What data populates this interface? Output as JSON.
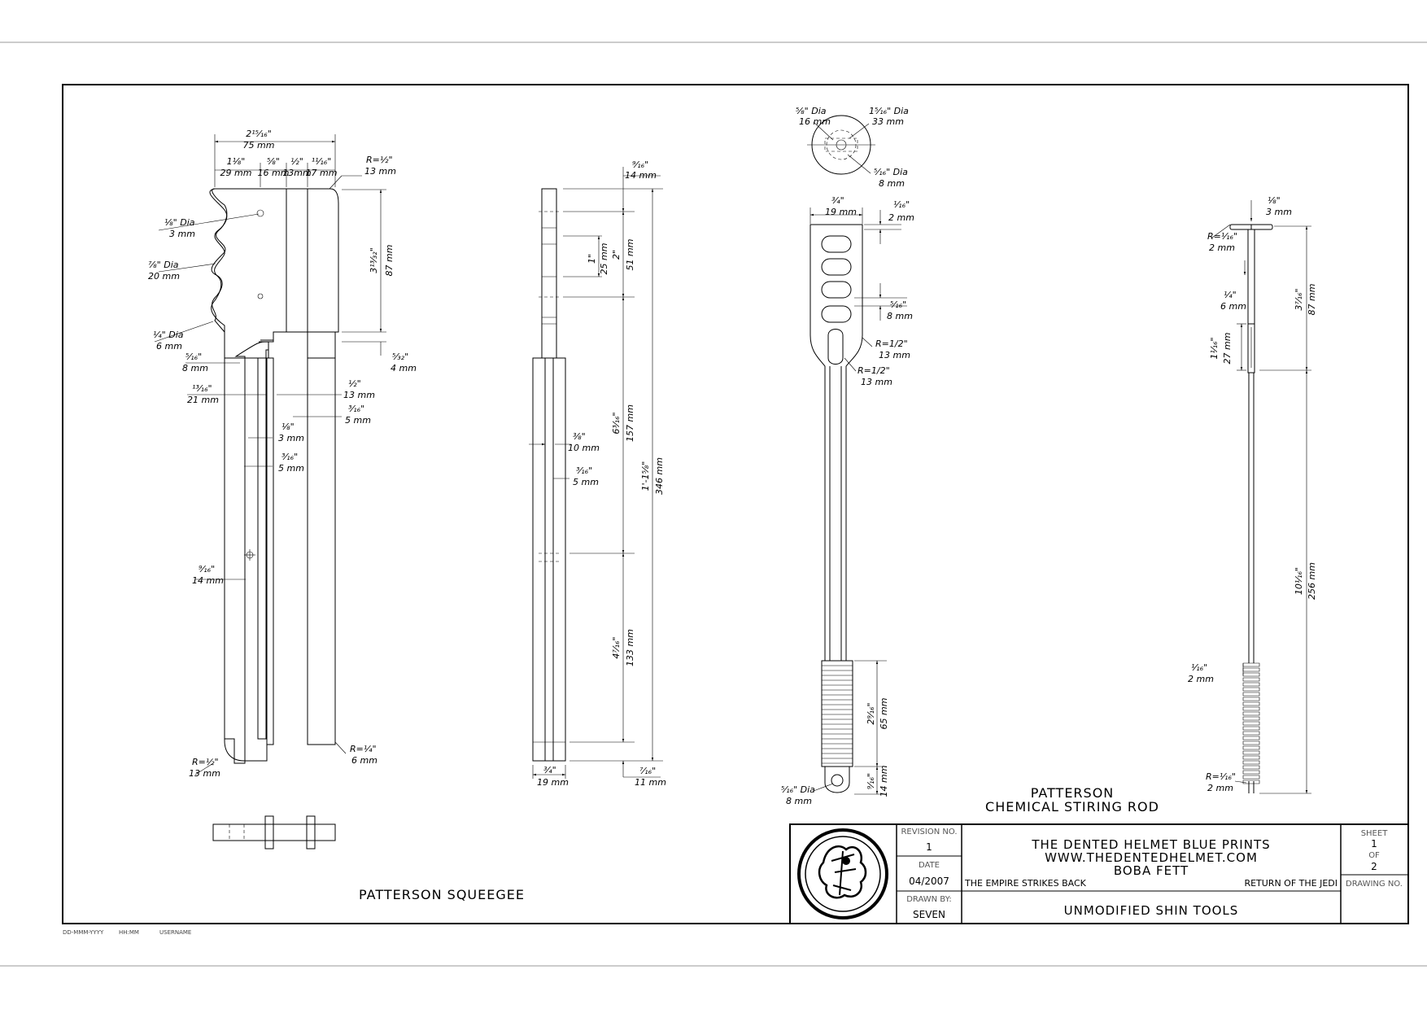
{
  "footer": {
    "date": "DD-MMM-YYYY",
    "time": "HH:MM",
    "user": "USERNAME"
  },
  "squeegee": {
    "name": "PATTERSON SQUEEGEE",
    "dims": {
      "overall_in": "2¹⁵⁄₁₆\"",
      "overall_mm": "75 mm",
      "a_in": "1⅛\"",
      "a_mm": "29 mm",
      "b_in": "⅝\"",
      "b_mm": "16 mm",
      "c_in": "½\"",
      "c_mm": "13mm",
      "d_in": "¹¹⁄₁₆\"",
      "d_mm": "17 mm",
      "r_top_in": "R=½\"",
      "r_top_mm": "13 mm",
      "hole_in": "⅛\" Dia",
      "hole_mm": "3 mm",
      "scallop_in": "⅞\" Dia",
      "scallop_mm": "20 mm",
      "notch_in": "¼\" Dia",
      "notch_mm": "6 mm",
      "height_in": "3¹³⁄₃₂\"",
      "height_mm": "87 mm",
      "step_in": "⁵⁄₃₂\"",
      "step_mm": "4 mm",
      "left_in": "⁵⁄₁₆\"",
      "left_mm": "8 mm",
      "w1_in": "¹³⁄₁₆\"",
      "w1_mm": "21 mm",
      "w2_in": "½\"",
      "w2_mm": "13 mm",
      "w3_in": "³⁄₁₆\"",
      "w3_mm": "5 mm",
      "w4_in": "⅛\"",
      "w4_mm": "3 mm",
      "w5_in": "³⁄₁₆\"",
      "w5_mm": "5 mm",
      "w6_in": "⁹⁄₁₆\"",
      "w6_mm": "14 mm",
      "r_bl_in": "R=½\"",
      "r_bl_mm": "13 mm",
      "r_br_in": "R=¼\"",
      "r_br_mm": "6 mm"
    }
  },
  "side_view": {
    "dims": {
      "top_in": "⁹⁄₁₆\"",
      "top_mm": "14 mm",
      "s1_in": "1\"",
      "s1_mm": "25 mm",
      "s2_in": "2\"",
      "s2_mm": "51 mm",
      "s3_in": "6³⁄₁₆\"",
      "s3_mm": "157 mm",
      "s4_in": "4⁷⁄₁₆\"",
      "s4_mm": "133 mm",
      "total_in": "1'-1⅝\"",
      "total_mm": "346 mm",
      "t1_in": "⅜\"",
      "t1_mm": "10 mm",
      "t2_in": "³⁄₁₆\"",
      "t2_mm": "5 mm",
      "bw_in": "¾\"",
      "bw_mm": "19 mm",
      "bot_in": "⁷⁄₁₆\"",
      "bot_mm": "11 mm"
    }
  },
  "stirring_rod": {
    "name_line1": "PATTERSON",
    "name_line2": "CHEMICAL STIRING ROD",
    "dims": {
      "d_outer_in": "1⁵⁄₁₆\" Dia",
      "d_outer_mm": "33 mm",
      "d_mid_in": "⅝\" Dia",
      "d_mid_mm": "16 mm",
      "d_inner_in": "⁵⁄₁₆\" Dia",
      "d_inner_mm": "8 mm",
      "head_w_in": "¾\"",
      "head_w_mm": "19 mm",
      "head_t_in": "¹⁄₁₆\"",
      "head_t_mm": "2 mm",
      "slot_in": "⁵⁄₁₆\"",
      "slot_mm": "8 mm",
      "r1_in": "R=1/2\"",
      "r1_mm": "13 mm",
      "r2_in": "R=1/2\"",
      "r2_mm": "13 mm",
      "grip_in": "2⁹⁄₁₆\"",
      "grip_mm": "65 mm",
      "end_in": "⁹⁄₁₆\"",
      "end_mm": "14 mm",
      "eye_in": "⁵⁄₁₆\" Dia",
      "eye_mm": "8 mm",
      "sv_top_in": "⅛\"",
      "sv_top_mm": "3 mm",
      "sv_r1_in": "R=¹⁄₁₆\"",
      "sv_r1_mm": "2 mm",
      "sv_a_in": "¼\"",
      "sv_a_mm": "6 mm",
      "sv_b_in": "1¹⁄₁₆\"",
      "sv_b_mm": "27 mm",
      "sv_c_in": "3⁷⁄₁₆\"",
      "sv_c_mm": "87 mm",
      "sv_d_in": "10¹⁄₁₆\"",
      "sv_d_mm": "256 mm",
      "sv_e_in": "¹⁄₁₆\"",
      "sv_e_mm": "2 mm",
      "sv_r2_in": "R=¹⁄₁₆\"",
      "sv_r2_mm": "2 mm"
    }
  },
  "title_block": {
    "revision_label": "REVISION NO.",
    "revision": "1",
    "date_label": "DATE",
    "date": "04/2007",
    "drawn_label": "DRAWN BY:",
    "drawn": "SEVEN",
    "title1": "THE DENTED HELMET BLUE PRINTS",
    "title2": "WWW.THEDENTEDHELMET.COM",
    "title3": "BOBA FETT",
    "film_left": "THE EMPIRE STRIKES BACK",
    "film_right": "RETURN OF THE JEDI",
    "drawing_title": "UNMODIFIED SHIN TOOLS",
    "sheet_label": "SHEET",
    "sheet": "1",
    "of_label": "OF",
    "of": "2",
    "drawing_no_label": "DRAWING NO."
  }
}
